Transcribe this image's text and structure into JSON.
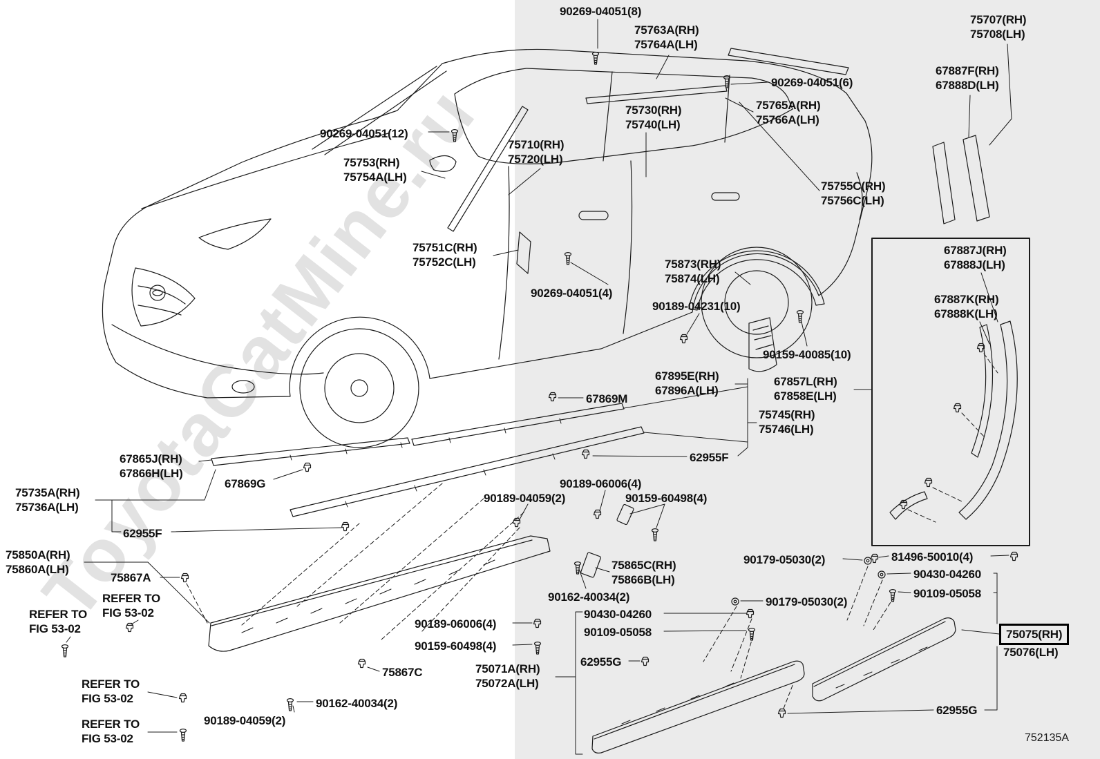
{
  "watermark": "ToyotaCatMine.ru",
  "diagram_code": "752135A",
  "colors": {
    "background": "#ffffff",
    "panel": "#ebebeb",
    "line": "#1a1a1a",
    "label_text": "#101010",
    "highlight_box_border": "#000000"
  },
  "icons": {
    "screw": "push-screw glyph",
    "clip": "retainer-clip glyph",
    "grommet": "grommet glyph"
  },
  "labels": [
    {
      "text": "90269-04051(8)"
    },
    {
      "text": "75763A(RH)\n75764A(LH)"
    },
    {
      "text": "75707(RH)\n75708(LH)"
    },
    {
      "text": "67887F(RH)\n67888D(LH)"
    },
    {
      "text": "90269-04051(6)"
    },
    {
      "text": "75765A(RH)\n75766A(LH)"
    },
    {
      "text": "75730(RH)\n75740(LH)"
    },
    {
      "text": "90269-04051(12)"
    },
    {
      "text": "75710(RH)\n75720(LH)"
    },
    {
      "text": "75753(RH)\n75754A(LH)"
    },
    {
      "text": "75755C(RH)\n75756C(LH)"
    },
    {
      "text": "75751C(RH)\n75752C(LH)"
    },
    {
      "text": "67887J(RH)\n67888J(LH)"
    },
    {
      "text": "75873(RH)\n75874(LH)"
    },
    {
      "text": "90269-04051(4)"
    },
    {
      "text": "67887K(RH)\n67888K(LH)"
    },
    {
      "text": "90189-04231(10)"
    },
    {
      "text": "90159-40085(10)"
    },
    {
      "text": "67895E(RH)\n67896A(LH)"
    },
    {
      "text": "67857L(RH)\n67858E(LH)"
    },
    {
      "text": "67869M"
    },
    {
      "text": "75745(RH)\n75746(LH)"
    },
    {
      "text": "62955F"
    },
    {
      "text": "67865J(RH)\n67866H(LH)"
    },
    {
      "text": "67869G"
    },
    {
      "text": "90189-06006(4)"
    },
    {
      "text": "75735A(RH)\n75736A(LH)"
    },
    {
      "text": "90189-04059(2)"
    },
    {
      "text": "90159-60498(4)"
    },
    {
      "text": "62955F"
    },
    {
      "text": "75850A(RH)\n75860A(LH)"
    },
    {
      "text": "81496-50010(4)"
    },
    {
      "text": "90179-05030(2)"
    },
    {
      "text": "75865C(RH)\n75866B(LH)"
    },
    {
      "text": "90430-04260"
    },
    {
      "text": "75867A"
    },
    {
      "text": "90109-05058"
    },
    {
      "text": "90162-40034(2)"
    },
    {
      "text": "REFER TO\nFIG 53-02"
    },
    {
      "text": "90179-05030(2)"
    },
    {
      "text": "REFER TO\nFIG 53-02"
    },
    {
      "text": "90430-04260"
    },
    {
      "text": "90189-06006(4)"
    },
    {
      "text": "90109-05058"
    },
    {
      "text": "75075(RH)"
    },
    {
      "text": "90159-60498(4)"
    },
    {
      "text": "75076(LH)"
    },
    {
      "text": "62955G"
    },
    {
      "text": "75071A(RH)\n75072A(LH)"
    },
    {
      "text": "75867C"
    },
    {
      "text": "REFER TO\nFIG 53-02"
    },
    {
      "text": "90162-40034(2)"
    },
    {
      "text": "90189-04059(2)"
    },
    {
      "text": "REFER TO\nFIG 53-02"
    },
    {
      "text": "62955G"
    }
  ]
}
